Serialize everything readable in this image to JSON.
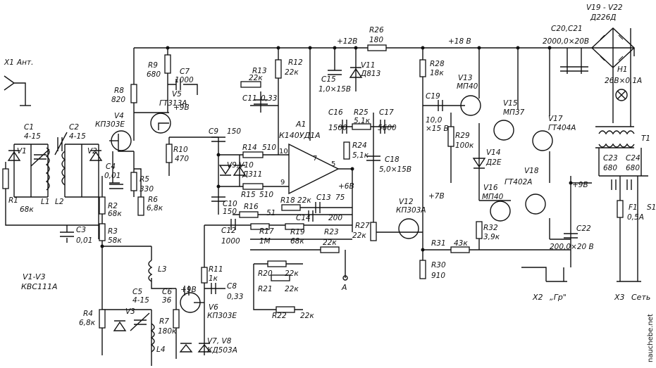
{
  "labels": {
    "X1": "X1",
    "ant": "Ант.",
    "C1": "C1",
    "C1v": "4-15",
    "C2": "C2",
    "C2v": "4-15",
    "V1": "V1",
    "V2": "V2",
    "R1": "R1",
    "R1v": "68к",
    "L1": "L1",
    "L2": "L2",
    "C4": "C4",
    "C4v": "0,01",
    "R2": "R2",
    "R2v": "68к",
    "C3": "C3",
    "C3v": "0,01",
    "R3": "R3",
    "R3v": "58к",
    "R4": "R4",
    "R4v": "6,8к",
    "V1V3": "V1-V3",
    "KVS": "КВС111А",
    "R8": "R8",
    "R8v": "820",
    "R9": "R9",
    "R9v": "680",
    "C7": "C7",
    "C7v": "1000",
    "V4": "V4",
    "V4t": "КП303Е",
    "V5": "V5",
    "V5t": "ГТ313А",
    "p9a": "+9В",
    "R10": "R10",
    "R10v": "470",
    "R5": "R5",
    "R5v": "330",
    "R6": "R6",
    "R6v": "6,8к",
    "C9": "C9",
    "C9v": "150",
    "R12": "R12",
    "R12v": "22к",
    "R13": "R13",
    "R13v": "22к",
    "C11": "C11",
    "C11v": "0,33",
    "R14": "R14",
    "R14v": "510",
    "V9V10": "V9,V10",
    "D311": "Д311",
    "R15": "R15",
    "R15v": "510",
    "C10": "C10",
    "C10v": "150",
    "R16": "R16",
    "R16v": "51",
    "C12": "C12",
    "C12v": "1000",
    "R17": "R17",
    "R17v": "1М",
    "R18": "R18",
    "R18v": "22к",
    "C13": "C13",
    "C13v": "75",
    "C14": "C14",
    "C14v": "200",
    "R19": "R19",
    "R19v": "68к",
    "R23": "R23",
    "R23v": "22к",
    "A1": "A1",
    "A1t": "К140УД1А",
    "pin10": "10",
    "pin7": "7",
    "pin5": "5",
    "pin9": "9",
    "p6": "+6В",
    "R20": "R20",
    "R20v": "22к",
    "R21": "R21",
    "R21v": "22к",
    "R22": "R22",
    "R22v": "22к",
    "A": "А",
    "L3": "L3",
    "C5": "C5",
    "C5v": "4-15",
    "C6": "C6",
    "C6v": "36",
    "p9b": "+9В",
    "R11": "R11",
    "R11v": "1к",
    "C8": "C8",
    "C8v": "0,33",
    "V3": "V3",
    "R7": "R7",
    "R7v": "180к",
    "V6": "V6",
    "V6t": "КП303Е",
    "L4": "L4",
    "V7V8": "V7, V8",
    "KD": "КД503А",
    "p12": "+12В",
    "R26": "R26",
    "R26v": "180",
    "V11": "V11",
    "V11t": "Д813",
    "C15": "C15",
    "C15v": "1,0×15В",
    "C16": "C16",
    "C16v": "1500",
    "R25": "R25",
    "R25v": "5,1к",
    "C17": "C17",
    "C17v": "5600",
    "R24": "R24",
    "R24v": "5,1к",
    "C18": "C18",
    "C18v": "5,0×15В",
    "R27": "R27",
    "R27v": "22к",
    "V12": "V12",
    "V12t": "КП303А",
    "p7": "+7В",
    "p18": "+18 В",
    "R28": "R28",
    "R28v": "18к",
    "C19": "C19",
    "C19v": "10,0",
    "C19w": "×15 В",
    "V13": "V13",
    "V13t": "МП40",
    "V15": "V15",
    "V15t": "МП37",
    "V17": "V17",
    "V17t": "ГТ404А",
    "R29": "R29",
    "R29v": "100к",
    "V14": "V14",
    "V14t": "Д2Е",
    "V18": "V18",
    "V18t": "ГТ402А",
    "V16": "V16",
    "V16t": "МП40",
    "p9c": "+9В",
    "R32": "R32",
    "R32v": "3,9к",
    "R31": "R31",
    "R31v": "43к",
    "C22": "C22",
    "C22v": "200,0×20 В",
    "R30": "R30",
    "R30v": "910",
    "X2": "X2",
    "gr": "„Гр\"",
    "V19V22": "V19 - V22",
    "D226": "Д226Д",
    "C20C21": "C20,C21",
    "C20v": "2000,0×20В",
    "H1": "H1",
    "H1v": "26В×0,1А",
    "T1": "T1",
    "C23": "C23",
    "C23v": "680",
    "C24": "C24",
    "C24v": "680",
    "F1": "F1",
    "F1v": "0,5А",
    "S1": "S1",
    "X3": "X3",
    "set": "Сеть",
    "watermark": "nauchebe.net"
  }
}
